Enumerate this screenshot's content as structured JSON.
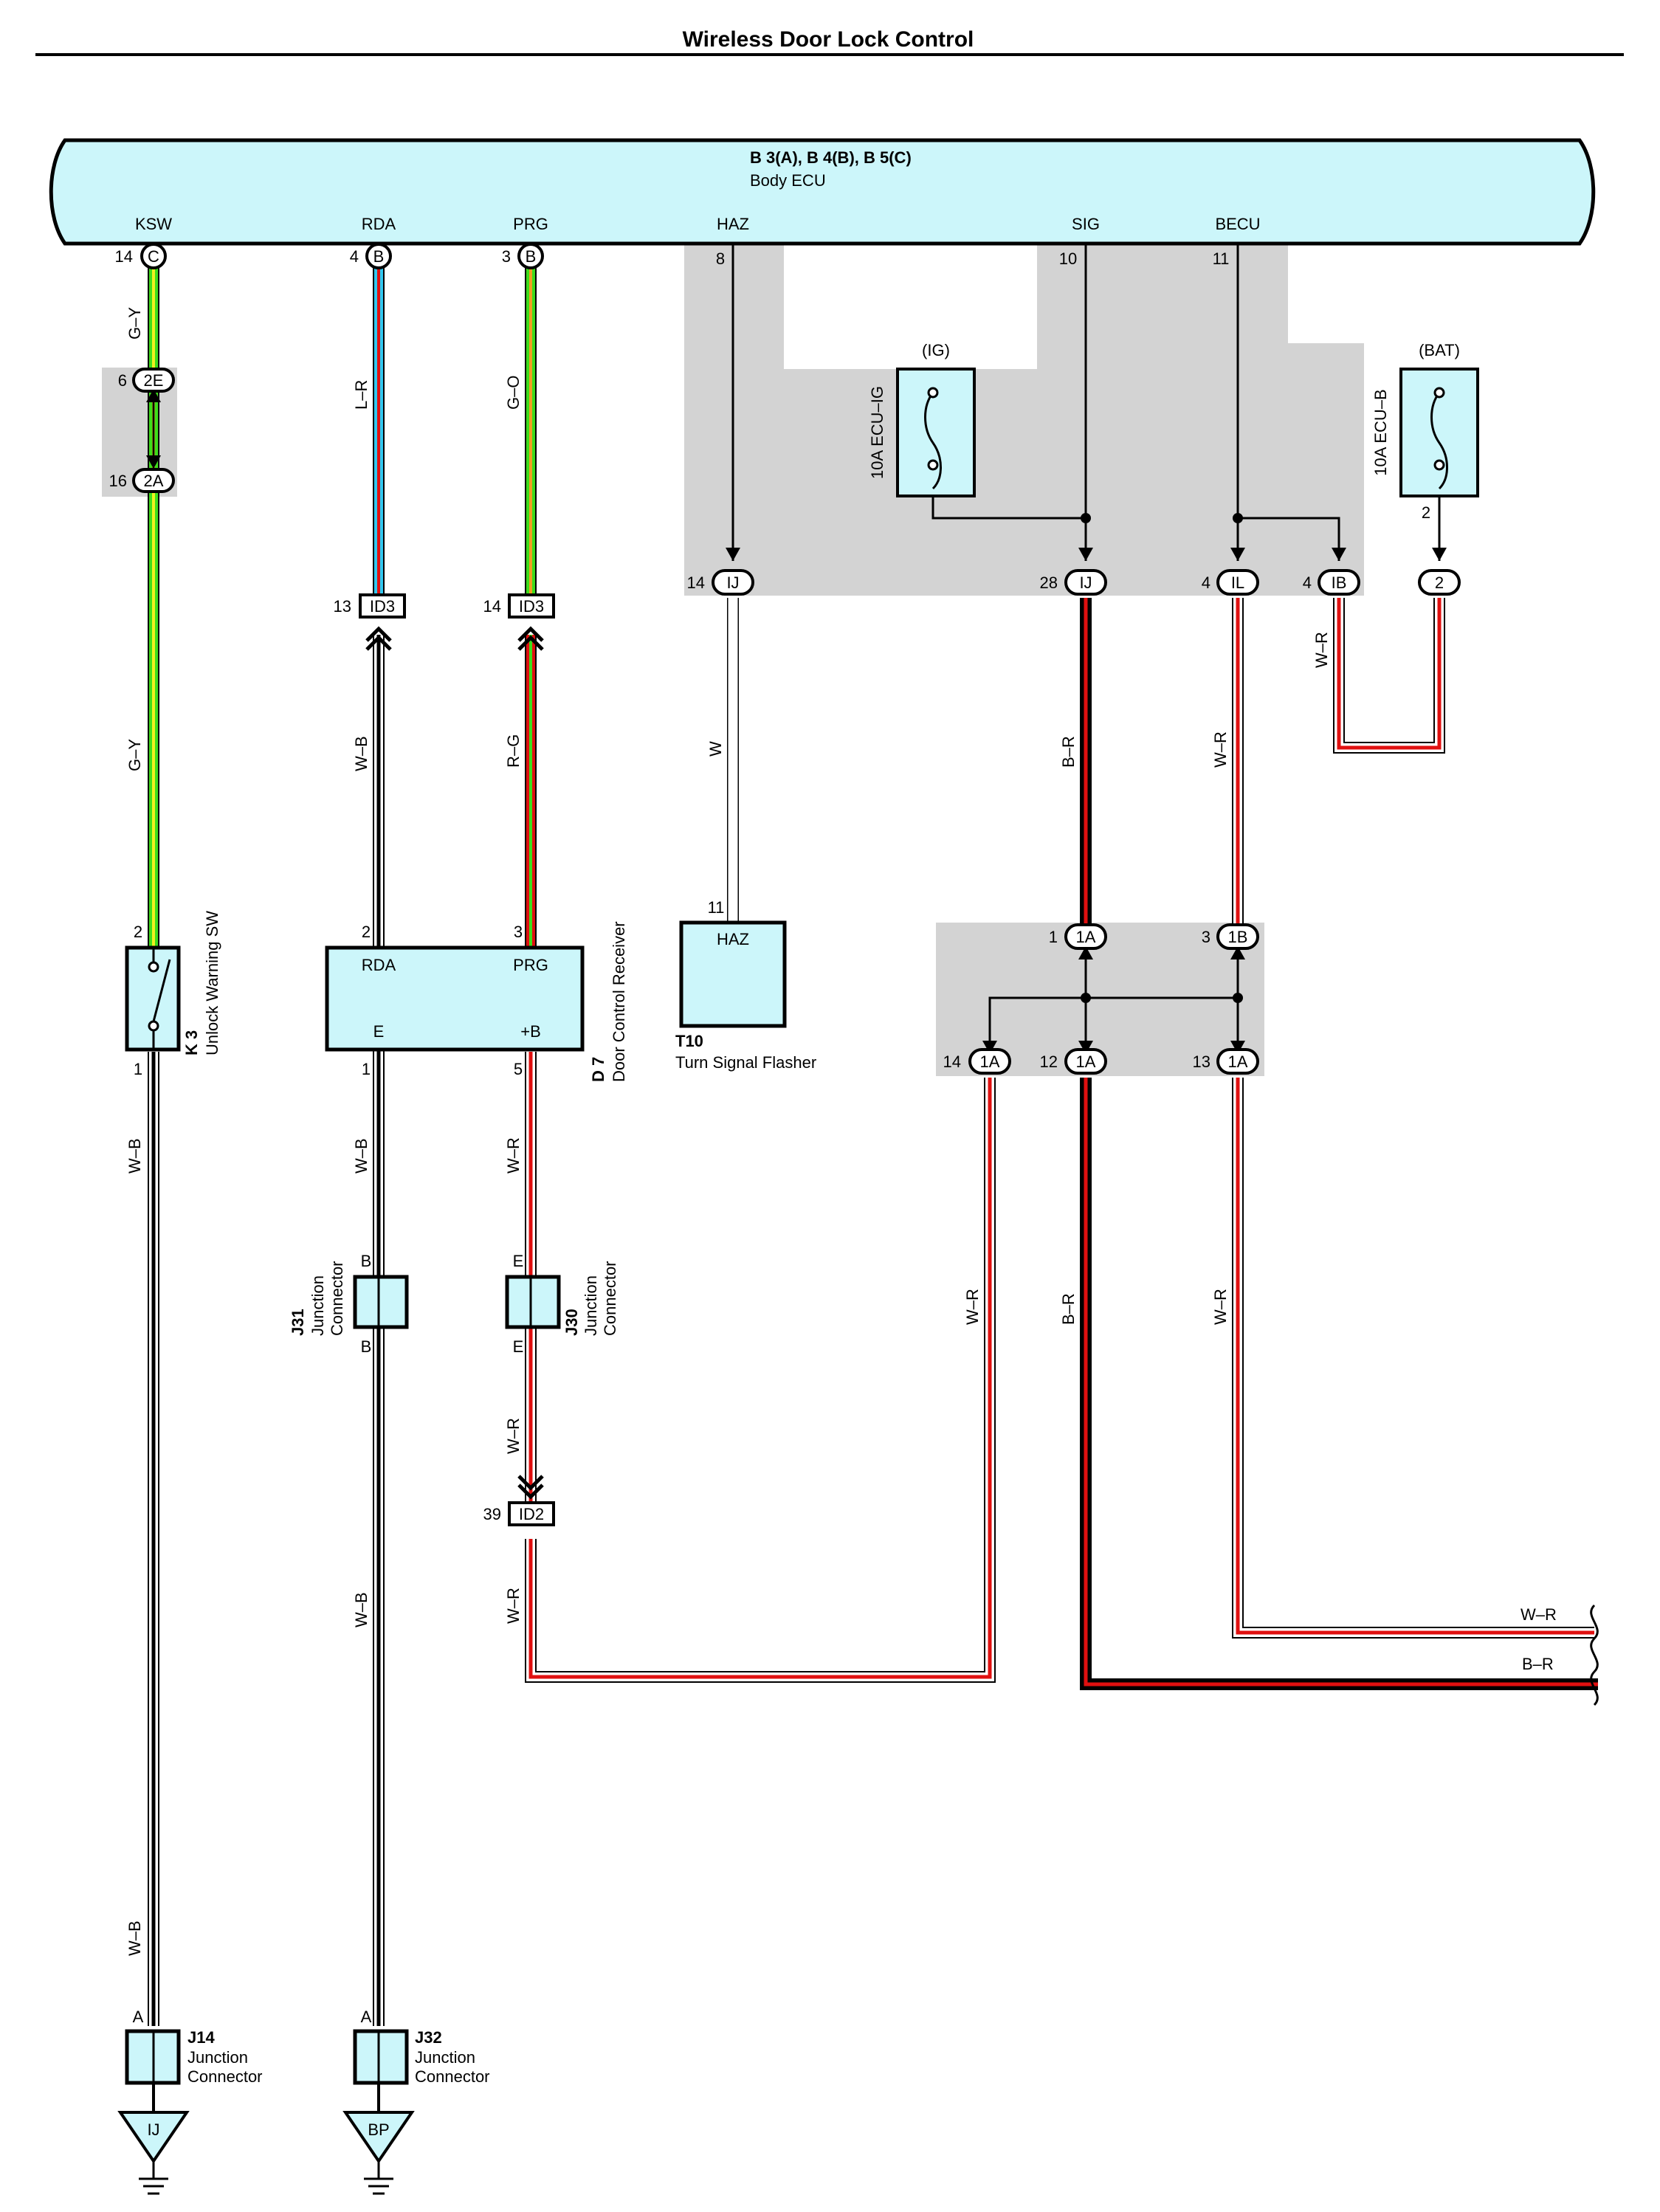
{
  "title": "Wireless Door Lock Control",
  "colors": {
    "component_fill": "#ccf6fa",
    "shade": "#d3d3d3",
    "wire_red": "#e01010",
    "wire_green": "#3ddc1b",
    "wire_yellow": "#f0f020",
    "wire_blue": "#30c8f0",
    "wire_black": "#000000",
    "wire_white": "#ffffff"
  },
  "ecu": {
    "code": "B 3(A), B 4(B), B 5(C)",
    "name": "Body ECU",
    "terminals": {
      "ksw": {
        "label": "KSW",
        "pin": "14",
        "conn": "C"
      },
      "rda": {
        "label": "RDA",
        "pin": "4",
        "conn": "B"
      },
      "prg": {
        "label": "PRG",
        "pin": "3",
        "conn": "B"
      },
      "haz": {
        "label": "HAZ",
        "pin": "8"
      },
      "sig": {
        "label": "SIG",
        "pin": "10"
      },
      "becu": {
        "label": "BECU",
        "pin": "11"
      }
    }
  },
  "fuses": {
    "ecu_ig": {
      "name": "10A ECU–IG",
      "source": "(IG)"
    },
    "ecu_b": {
      "name": "10A ECU–B",
      "source": "(BAT)",
      "pin": "2"
    }
  },
  "wires": {
    "gy": "G–Y",
    "lr": "L–R",
    "go": "G–O",
    "wb": "W–B",
    "rg": "R–G",
    "w": "W",
    "br": "B–R",
    "wr": "W–R"
  },
  "connectors": {
    "c2e": {
      "pin": "6",
      "label": "2E"
    },
    "c2a": {
      "pin": "16",
      "label": "2A"
    },
    "ij14": {
      "pin": "14",
      "label": "IJ"
    },
    "ij28": {
      "pin": "28",
      "label": "IJ"
    },
    "il4": {
      "pin": "4",
      "label": "IL"
    },
    "ib4": {
      "pin": "4",
      "label": "IB"
    },
    "b2": {
      "label": "2"
    },
    "id3a": {
      "pin": "13",
      "label": "ID3"
    },
    "id3b": {
      "pin": "14",
      "label": "ID3"
    },
    "id2": {
      "pin": "39",
      "label": "ID2"
    },
    "c1a_1": {
      "pin": "1",
      "label": "1A"
    },
    "c1b_3": {
      "pin": "3",
      "label": "1B"
    },
    "c1a_14": {
      "pin": "14",
      "label": "1A"
    },
    "c1a_12": {
      "pin": "12",
      "label": "1A"
    },
    "c1a_13": {
      "pin": "13",
      "label": "1A"
    }
  },
  "components": {
    "k3": {
      "code": "K 3",
      "name": "Unlock Warning SW",
      "pin_top": "2",
      "pin_bottom": "1"
    },
    "d7": {
      "code": "D 7",
      "name": "Door Control Receiver",
      "t_rda": "RDA",
      "t_prg": "PRG",
      "t_e": "E",
      "t_b": "+B",
      "p_rda": "2",
      "p_prg": "3",
      "p_e": "1",
      "p_b": "5"
    },
    "t10": {
      "code": "T10",
      "name": "Turn Signal Flasher",
      "terminal": "HAZ",
      "pin": "11"
    },
    "j31": {
      "code": "J31",
      "line1": "Junction",
      "line2": "Connector",
      "pin": "B"
    },
    "j30": {
      "code": "J30",
      "line1": "Junction",
      "line2": "Connector",
      "pin": "E"
    },
    "j14": {
      "code": "J14",
      "line1": "Junction",
      "line2": "Connector",
      "pin": "A"
    },
    "j32": {
      "code": "J32",
      "line1": "Junction",
      "line2": "Connector",
      "pin": "A"
    }
  },
  "grounds": {
    "ij": "IJ",
    "bp": "BP"
  }
}
